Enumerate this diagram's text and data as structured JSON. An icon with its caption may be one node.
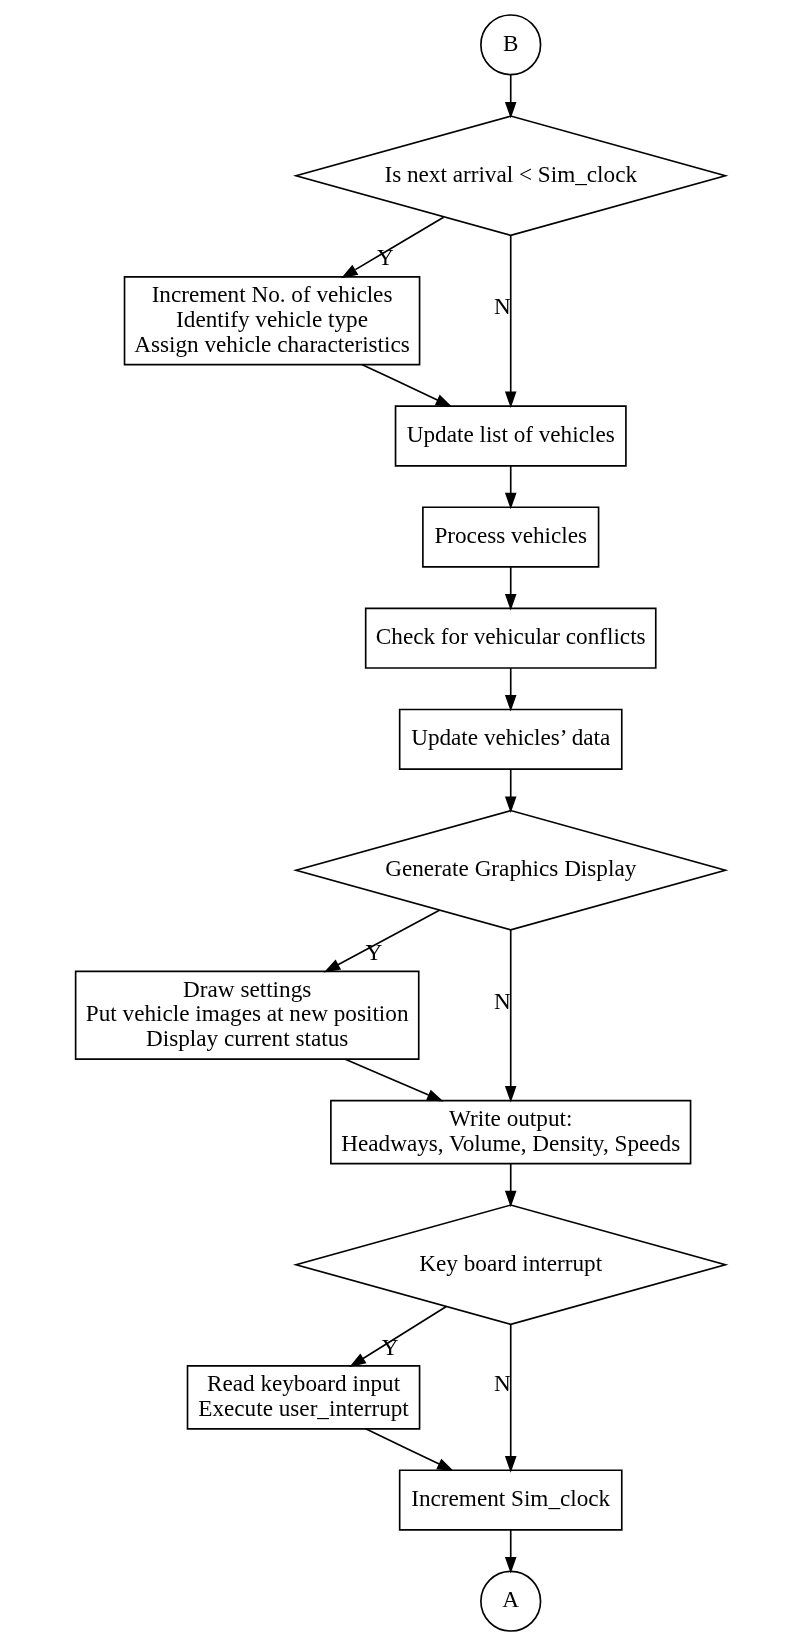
{
  "diagram": {
    "nodes": [
      {
        "text": [
          "B"
        ]
      },
      {
        "text": [
          "Is next arrival < Sim_clock"
        ]
      },
      {
        "text": [
          "Increment No. of vehicles",
          "Identify vehicle type",
          "Assign vehicle characteristics"
        ]
      },
      {
        "text": [
          "Update list of vehicles"
        ]
      },
      {
        "text": [
          "Process vehicles"
        ]
      },
      {
        "text": [
          "Check for vehicular conflicts"
        ]
      },
      {
        "text": [
          "Update vehicles’ data"
        ]
      },
      {
        "text": [
          "Generate Graphics Display"
        ]
      },
      {
        "text": [
          "Draw settings",
          "Put vehicle images at new position",
          "Display current status"
        ]
      },
      {
        "text": [
          "Write output:",
          "Headways, Volume, Density, Speeds"
        ]
      },
      {
        "text": [
          "Key board interrupt"
        ]
      },
      {
        "text": [
          "Read keyboard input",
          "Execute user_interrupt"
        ]
      },
      {
        "text": [
          "Increment Sim_clock"
        ]
      },
      {
        "text": [
          "A"
        ]
      }
    ],
    "edges": [
      {
        "from": 0,
        "to": 1,
        "arrow": "to"
      },
      {
        "from": 1,
        "to": 2,
        "label": "Y",
        "arrow": "to"
      },
      {
        "from": 1,
        "to": 3,
        "label": "N",
        "arrow": "to"
      },
      {
        "from": 2,
        "to": 3,
        "arrow": "to"
      },
      {
        "from": 3,
        "to": 4,
        "arrow": "to"
      },
      {
        "from": 4,
        "to": 5,
        "arrow": "to"
      },
      {
        "from": 5,
        "to": 6,
        "arrow": "to"
      },
      {
        "from": 6,
        "to": 7,
        "arrow": "to"
      },
      {
        "from": 7,
        "to": 8,
        "label": "Y",
        "arrow": "to"
      },
      {
        "from": 7,
        "to": 9,
        "label": "N",
        "arrow": "to"
      },
      {
        "from": 8,
        "to": 9,
        "arrow": "to"
      },
      {
        "from": 9,
        "to": 10,
        "arrow": "to"
      },
      {
        "from": 10,
        "to": 11,
        "label": "Y",
        "arrow": "to"
      },
      {
        "from": 10,
        "to": 12,
        "label": "N",
        "arrow": "to"
      },
      {
        "from": 11,
        "to": 12,
        "arrow": "to"
      },
      {
        "from": 12,
        "to": 13,
        "arrow": "to"
      }
    ]
  }
}
